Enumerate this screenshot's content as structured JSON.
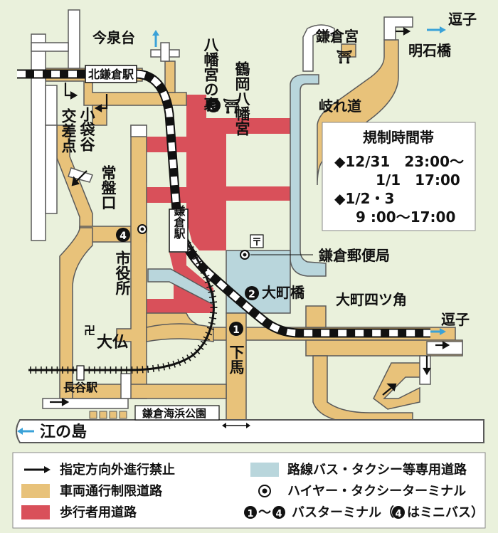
{
  "colors": {
    "background": "#eaf1dc",
    "restricted_road": "#e8c27a",
    "pedestrian_road": "#d9505a",
    "bus_taxi_road": "#b9d6dc",
    "road_outline": "#5a5a5a",
    "road_white": "#ffffff",
    "arrow_blue": "#3aa2d8",
    "railway_black": "#111111"
  },
  "stations": {
    "kita_kamakura": "北鎌倉駅",
    "kamakura": "鎌倉駅",
    "hase": "長谷駅"
  },
  "places": {
    "imaizumidai": "今泉台",
    "hachimangu_ura": "八幡宮の裏",
    "tsurugaoka": "鶴岡八幡宮",
    "kamakuragu": "鎌倉宮",
    "akaishibashi": "明石橋",
    "zushi_top": "逗子",
    "zushi_mid": "逗子",
    "kiremichi": "岐れ道",
    "kobukuroya": "小袋谷",
    "kosaten": "交差点",
    "tokiwaguchi": "常盤口",
    "shiyakusho": "市役所",
    "post_office": "鎌倉郵便局",
    "omachibashi": "大町橋",
    "omachi_yotsukado": "大町四ツ角",
    "daibutsu": "大仏",
    "geba": "下馬",
    "kaihin_koen": "鎌倉海浜公園",
    "enoshima": "江の島"
  },
  "shrine_symbol": "⛩",
  "temple_symbol": "卍",
  "post_symbol": "〒",
  "terminals": [
    "1",
    "2",
    "3",
    "4"
  ],
  "restriction_box": {
    "title": "規制時間帯",
    "line1": "◆12/31　23:00～",
    "line2": "1/1　17:00",
    "line3": "◆1/2・3",
    "line4": "9 :00～17:00"
  },
  "legend": {
    "no_entry": "指定方向外進行禁止",
    "restricted": "車両通行制限道路",
    "pedestrian": "歩行者用道路",
    "bus_taxi": "路線バス・タクシー等専用道路",
    "hire_taxi": "ハイヤー・タクシーターミナル",
    "bus_terminal": "バスターミナル（",
    "bus_terminal_tail": "はミニバス）",
    "range_sep": "～"
  }
}
